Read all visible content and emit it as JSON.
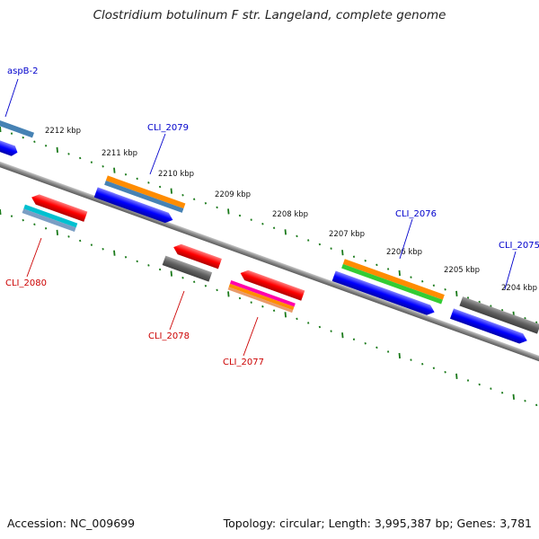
{
  "title": "Clostridium botulinum F str. Langeland, complete genome",
  "footer": {
    "accession_prefix": "Accession:",
    "accession": "NC_009699",
    "topology_text": "Topology: circular; Length: 3,995,387 bp; Genes: 3,781"
  },
  "ruler_labels": [
    "2212 kbp",
    "2211 kbp",
    "2210 kbp",
    "2209 kbp",
    "2208 kbp",
    "2207 kbp",
    "2206 kbp",
    "2205 kbp",
    "2204 kbp"
  ],
  "gene_labels": {
    "aspB_2": "aspB-2",
    "CLI_2079": "CLI_2079",
    "CLI_2076": "CLI_2076",
    "CLI_2075": "CLI_2075",
    "CLI_2080": "CLI_2080",
    "CLI_2078": "CLI_2078",
    "CLI_2077": "CLI_2077"
  },
  "colors": {
    "forward_label": "#0000cc",
    "reverse_label": "#cc0000",
    "backbone": "#808080",
    "ruler_tick": "#1a7a1a",
    "cds_blue": "#0000ff",
    "gene_orange": "#ff8c00",
    "gene_steelblue": "#4682b4",
    "gene_red": "#ff0000",
    "gene_cyan": "#00c0d0",
    "gene_gray": "#606060",
    "gene_green": "#33cc33",
    "gene_magenta": "#ff00aa"
  }
}
